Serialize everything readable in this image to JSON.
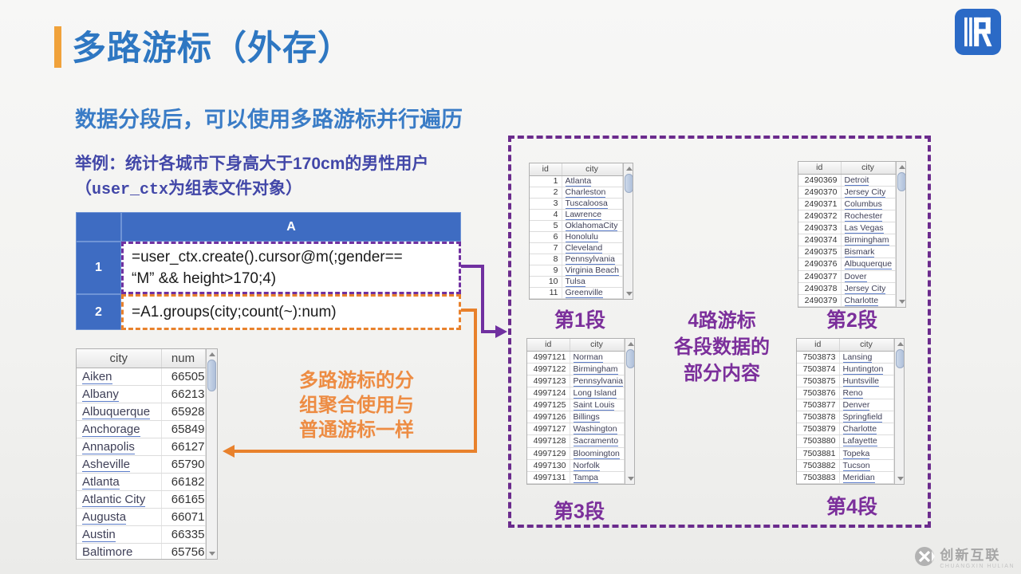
{
  "slide": {
    "title": "多路游标（外存）",
    "subtitle": "数据分段后，可以使用多路游标并行遍历",
    "example_line1": "举例：统计各城市下身高大于170cm的男性用户",
    "example_paren_open": "（",
    "example_code": "user_ctx",
    "example_rest": "为组表文件对象）"
  },
  "spreadsheet": {
    "col_header": "A",
    "row1_num": "1",
    "row1_line1": "=user_ctx.create().cursor@m(;gender==",
    "row1_line2": "“M” && height>170;4)",
    "row2_num": "2",
    "row2_formula": "=A1.groups(city;count(~):num)"
  },
  "result_table": {
    "headers": [
      "city",
      "num"
    ],
    "rows": [
      [
        "Aiken",
        "66505"
      ],
      [
        "Albany",
        "66213"
      ],
      [
        "Albuquerque",
        "65928"
      ],
      [
        "Anchorage",
        "65849"
      ],
      [
        "Annapolis",
        "66127"
      ],
      [
        "Asheville",
        "65790"
      ],
      [
        "Atlanta",
        "66182"
      ],
      [
        "Atlantic City",
        "66165"
      ],
      [
        "Augusta",
        "66071"
      ],
      [
        "Austin",
        "66335"
      ],
      [
        "Baltimore",
        "65756"
      ]
    ]
  },
  "segments": [
    {
      "label": "第1段",
      "headers": [
        "id",
        "city"
      ],
      "rows": [
        [
          "1",
          "Atlanta"
        ],
        [
          "2",
          "Charleston"
        ],
        [
          "3",
          "Tuscaloosa"
        ],
        [
          "4",
          "Lawrence"
        ],
        [
          "5",
          "OklahomaCity"
        ],
        [
          "6",
          "Honolulu"
        ],
        [
          "7",
          "Cleveland"
        ],
        [
          "8",
          "Pennsylvania"
        ],
        [
          "9",
          "Virginia Beach"
        ],
        [
          "10",
          "Tulsa"
        ],
        [
          "11",
          "Greenville"
        ]
      ]
    },
    {
      "label": "第2段",
      "headers": [
        "id",
        "city"
      ],
      "rows": [
        [
          "2490369",
          "Detroit"
        ],
        [
          "2490370",
          "Jersey City"
        ],
        [
          "2490371",
          "Columbus"
        ],
        [
          "2490372",
          "Rochester"
        ],
        [
          "2490373",
          "Las Vegas"
        ],
        [
          "2490374",
          "Birmingham"
        ],
        [
          "2490375",
          "Bismark"
        ],
        [
          "2490376",
          "Albuquerque"
        ],
        [
          "2490377",
          "Dover"
        ],
        [
          "2490378",
          "Jersey City"
        ],
        [
          "2490379",
          "Charlotte"
        ]
      ]
    },
    {
      "label": "第3段",
      "headers": [
        "id",
        "city"
      ],
      "rows": [
        [
          "4997121",
          "Norman"
        ],
        [
          "4997122",
          "Birmingham"
        ],
        [
          "4997123",
          "Pennsylvania"
        ],
        [
          "4997124",
          "Long Island"
        ],
        [
          "4997125",
          "Saint Louis"
        ],
        [
          "4997126",
          "Billings"
        ],
        [
          "4997127",
          "Washington"
        ],
        [
          "4997128",
          "Sacramento"
        ],
        [
          "4997129",
          "Bloomington"
        ],
        [
          "4997130",
          "Norfolk"
        ],
        [
          "4997131",
          "Tampa"
        ]
      ]
    },
    {
      "label": "第4段",
      "headers": [
        "id",
        "city"
      ],
      "rows": [
        [
          "7503873",
          "Lansing"
        ],
        [
          "7503874",
          "Huntington"
        ],
        [
          "7503875",
          "Huntsville"
        ],
        [
          "7503876",
          "Reno"
        ],
        [
          "7503877",
          "Denver"
        ],
        [
          "7503878",
          "Springfield"
        ],
        [
          "7503879",
          "Charlotte"
        ],
        [
          "7503880",
          "Lafayette"
        ],
        [
          "7503881",
          "Topeka"
        ],
        [
          "7503882",
          "Tucson"
        ],
        [
          "7503883",
          "Meridian"
        ]
      ]
    }
  ],
  "annotations": {
    "purple_note": [
      "4路游标",
      "各段数据的",
      "部分内容"
    ],
    "orange_note": [
      "多路游标的分",
      "组聚合使用与",
      "普通游标一样"
    ]
  },
  "watermark": {
    "name": "创新互联",
    "sub": "CHUANGXIN HULIAN"
  },
  "colors": {
    "title_blue": "#2e77c2",
    "accent_orange": "#f0a23b",
    "sheet_blue": "#3e6cc2",
    "purple": "#7030a0",
    "panel_purple": "#6b2b8d",
    "label_purple": "#7b2f9b",
    "connector_orange": "#e8812c",
    "note_orange": "#ed8c43"
  }
}
